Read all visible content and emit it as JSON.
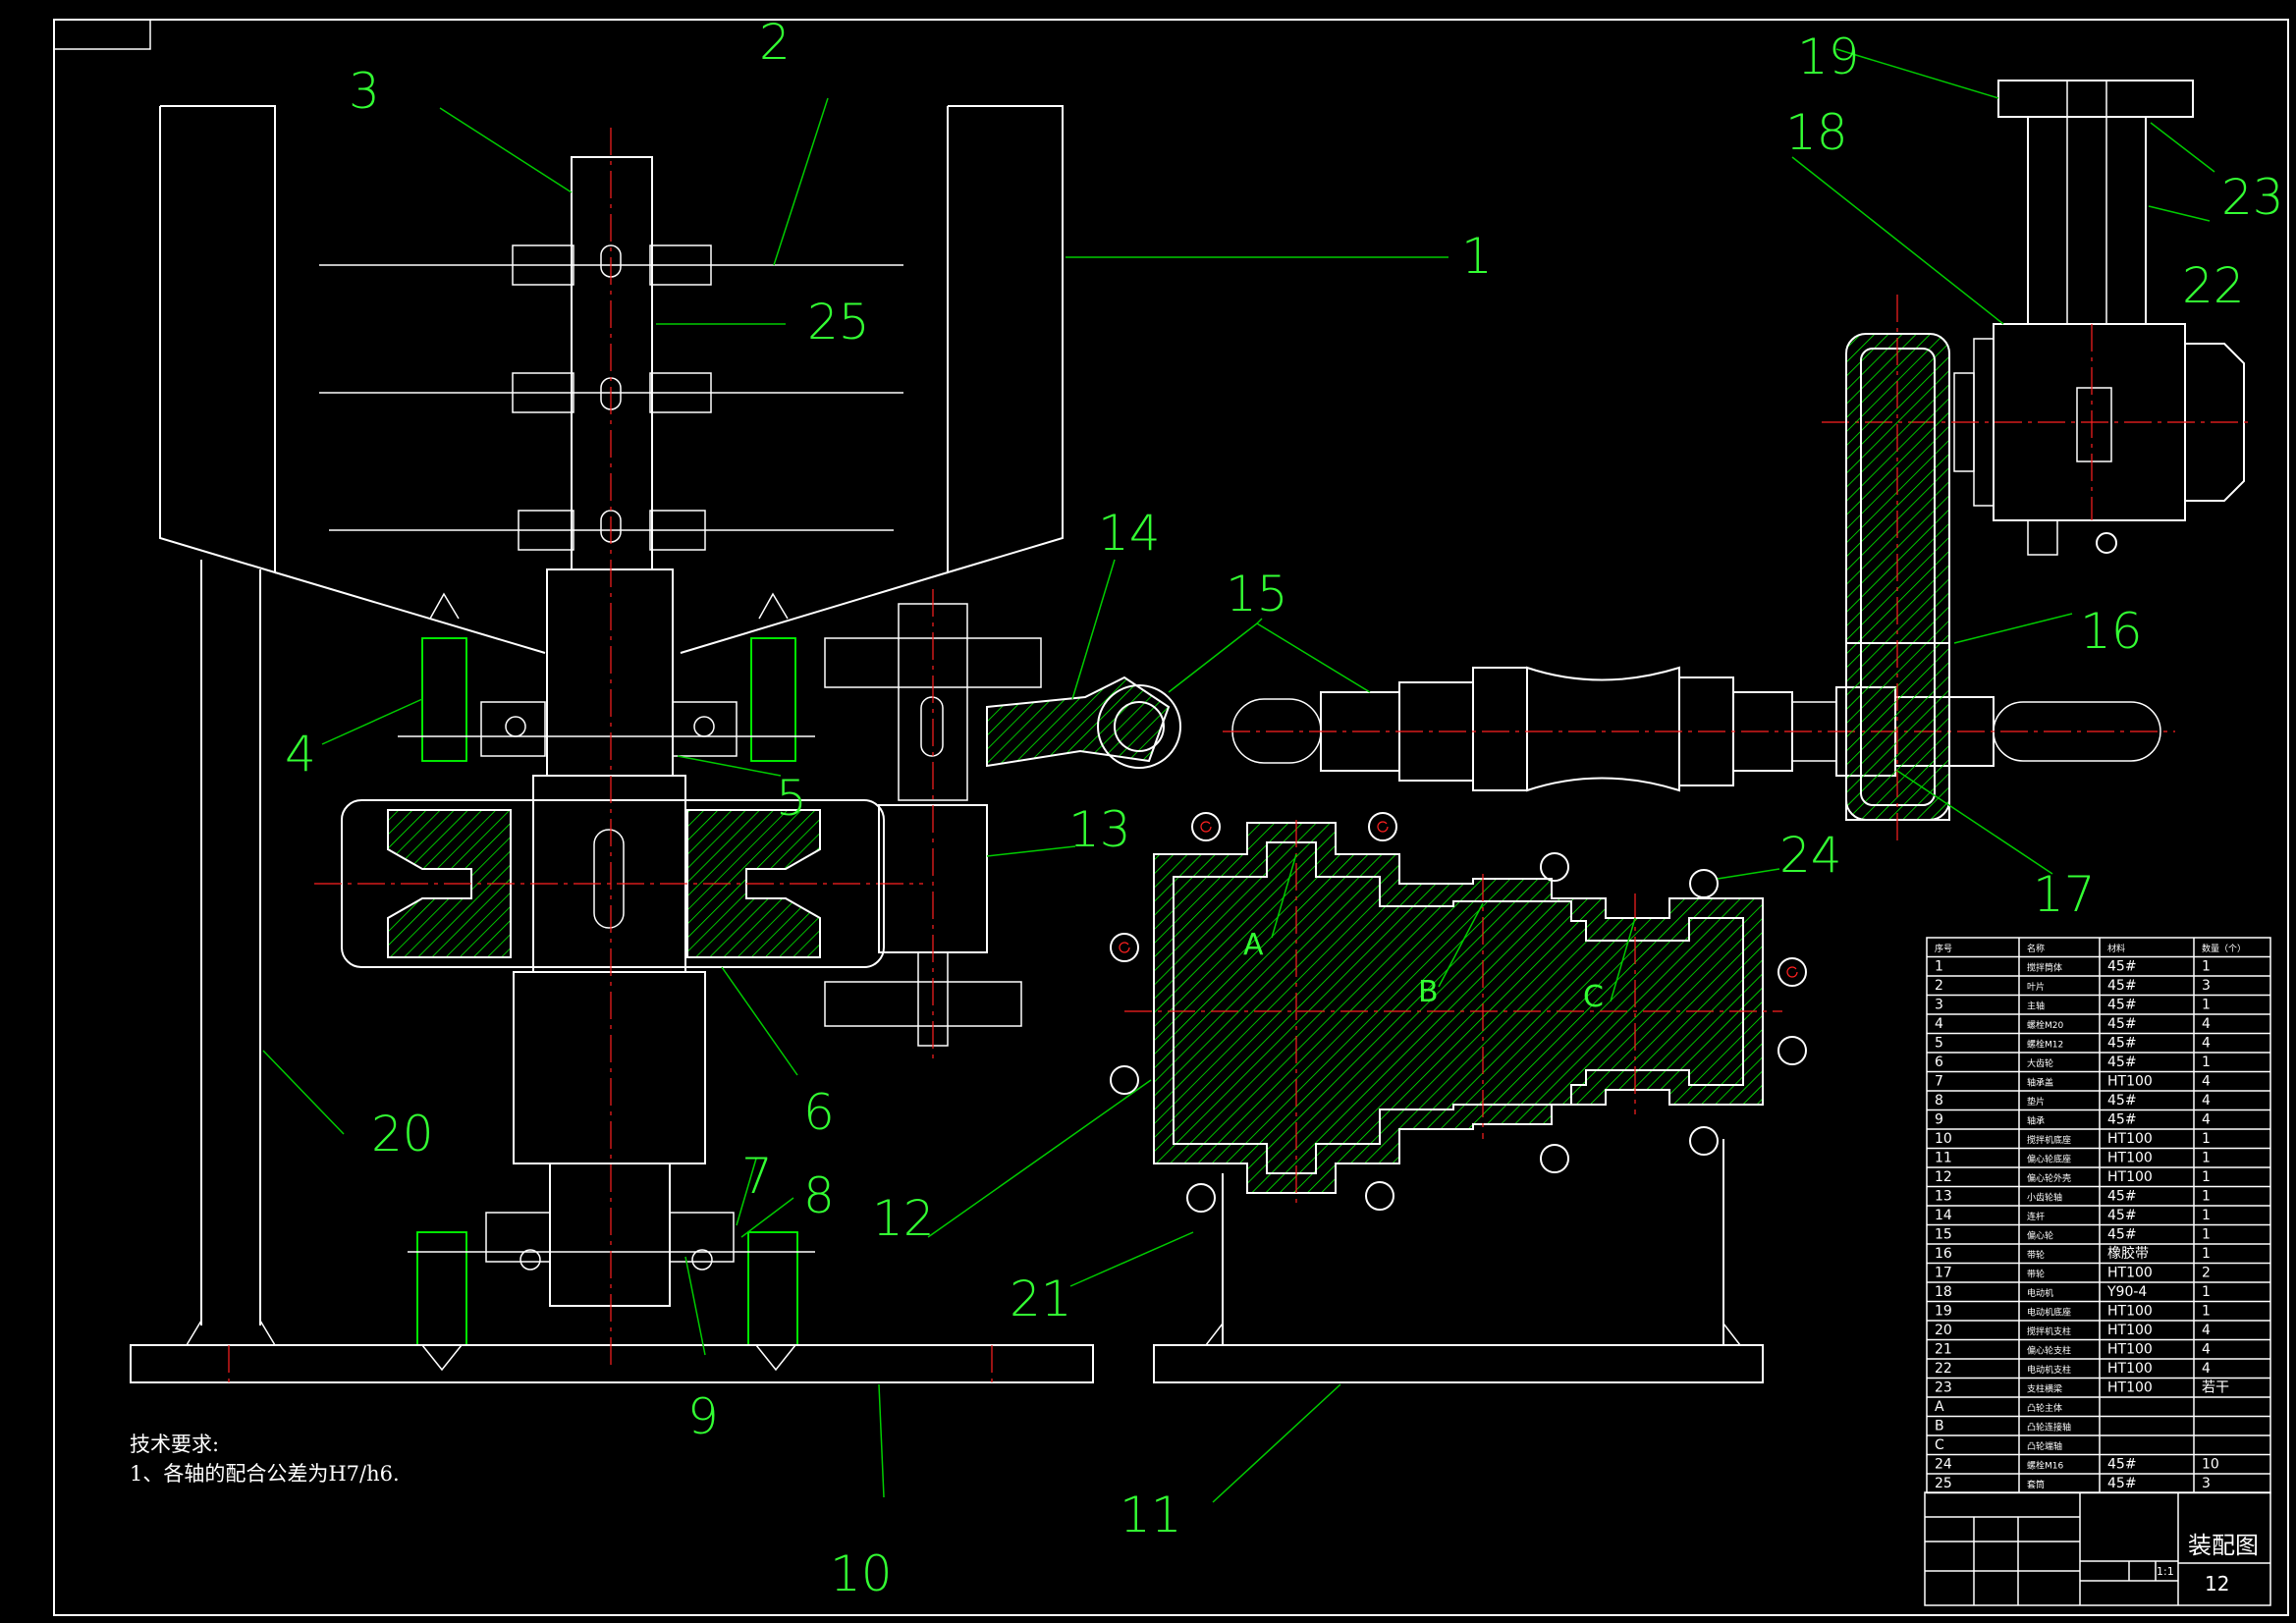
{
  "drawing": {
    "background": "#000000",
    "line_color": "#ffffff",
    "leader_color": "#00ff00",
    "centerline_color": "#ff2020"
  },
  "callouts": [
    "1",
    "2",
    "3",
    "4",
    "5",
    "6",
    "7",
    "8",
    "9",
    "10",
    "11",
    "12",
    "13",
    "14",
    "15",
    "16",
    "17",
    "18",
    "19",
    "20",
    "21",
    "22",
    "23",
    "24",
    "25"
  ],
  "section_labels": [
    "A",
    "B",
    "C"
  ],
  "notes": {
    "heading": "技术要求:",
    "line1": "1、各轴的配合公差为H7/h6."
  },
  "bom": {
    "headers": [
      "序号",
      "名称",
      "材料",
      "数量（个）"
    ],
    "rows": [
      [
        "1",
        "搅拌筒体",
        "45#",
        "1"
      ],
      [
        "2",
        "叶片",
        "45#",
        "3"
      ],
      [
        "3",
        "主轴",
        "45#",
        "1"
      ],
      [
        "4",
        "螺栓M20",
        "45#",
        "4"
      ],
      [
        "5",
        "螺栓M12",
        "45#",
        "4"
      ],
      [
        "6",
        "大齿轮",
        "45#",
        "1"
      ],
      [
        "7",
        "轴承盖",
        "HT100",
        "4"
      ],
      [
        "8",
        "垫片",
        "45#",
        "4"
      ],
      [
        "9",
        "轴承",
        "45#",
        "4"
      ],
      [
        "10",
        "搅拌机底座",
        "HT100",
        "1"
      ],
      [
        "11",
        "偏心轮底座",
        "HT100",
        "1"
      ],
      [
        "12",
        "偏心轮外壳",
        "HT100",
        "1"
      ],
      [
        "13",
        "小齿轮轴",
        "45#",
        "1"
      ],
      [
        "14",
        "连杆",
        "45#",
        "1"
      ],
      [
        "15",
        "偏心轮",
        "45#",
        "1"
      ],
      [
        "16",
        "带轮",
        "橡胶带",
        "1"
      ],
      [
        "17",
        "带轮",
        "HT100",
        "2"
      ],
      [
        "18",
        "电动机",
        "Y90-4",
        "1"
      ],
      [
        "19",
        "电动机底座",
        "HT100",
        "1"
      ],
      [
        "20",
        "搅拌机支柱",
        "HT100",
        "4"
      ],
      [
        "21",
        "偏心轮支柱",
        "HT100",
        "4"
      ],
      [
        "22",
        "电动机支柱",
        "HT100",
        "4"
      ],
      [
        "23",
        "支柱横梁",
        "HT100",
        "若干"
      ],
      [
        "A",
        "凸轮主体",
        "",
        ""
      ],
      [
        "B",
        "凸轮连接轴",
        "",
        ""
      ],
      [
        "C",
        "凸轮端轴",
        "",
        ""
      ],
      [
        "24",
        "螺栓M16",
        "45#",
        "10"
      ],
      [
        "25",
        "套筒",
        "45#",
        "3"
      ]
    ]
  },
  "title_block": {
    "title": "装配图",
    "drawing_number": "12",
    "scale": "1:1"
  }
}
